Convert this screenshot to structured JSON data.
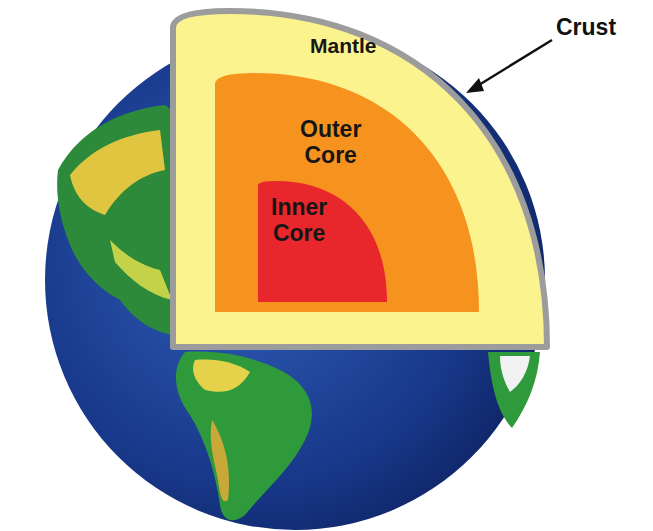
{
  "diagram": {
    "nodes": [
      {
        "text": [
          "Mantle"
        ]
      },
      {
        "text": [
          "Outer Core"
        ],
        "in": 0
      },
      {
        "text": [
          "Inner Core"
        ],
        "in": 1
      }
    ],
    "labels": [
      "Crust"
    ]
  }
}
